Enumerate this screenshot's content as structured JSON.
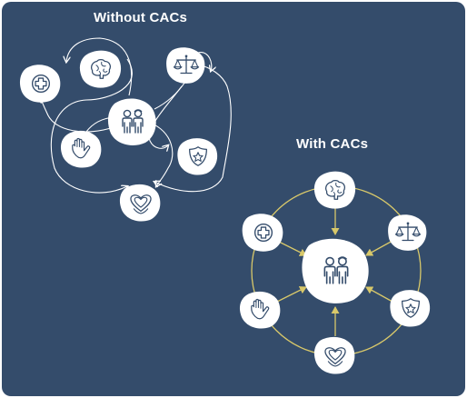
{
  "titles": {
    "without": "Without CACs",
    "with": "With CACs"
  },
  "colors": {
    "background": "#344c6b",
    "node_fill": "#ffffff",
    "icon_stroke": "#344c6b",
    "arrow_without": "#ffffff",
    "arrow_with": "#d8c86a"
  },
  "without_nodes": [
    {
      "id": "medical",
      "icon": "medical-cross-icon"
    },
    {
      "id": "mental-health",
      "icon": "brain-icon"
    },
    {
      "id": "justice",
      "icon": "scales-icon"
    },
    {
      "id": "child-family",
      "icon": "two-people-icon"
    },
    {
      "id": "advocacy",
      "icon": "helping-hand-icon"
    },
    {
      "id": "law-enforcement",
      "icon": "police-badge-icon"
    },
    {
      "id": "victim-advocacy",
      "icon": "heart-hands-icon"
    }
  ],
  "with_nodes": [
    {
      "id": "mental-health",
      "icon": "brain-icon"
    },
    {
      "id": "medical",
      "icon": "medical-cross-icon"
    },
    {
      "id": "justice",
      "icon": "scales-icon"
    },
    {
      "id": "child-family",
      "icon": "two-people-icon"
    },
    {
      "id": "advocacy",
      "icon": "helping-hand-icon"
    },
    {
      "id": "law-enforcement",
      "icon": "police-badge-icon"
    },
    {
      "id": "victim-advocacy",
      "icon": "heart-hands-icon"
    }
  ]
}
